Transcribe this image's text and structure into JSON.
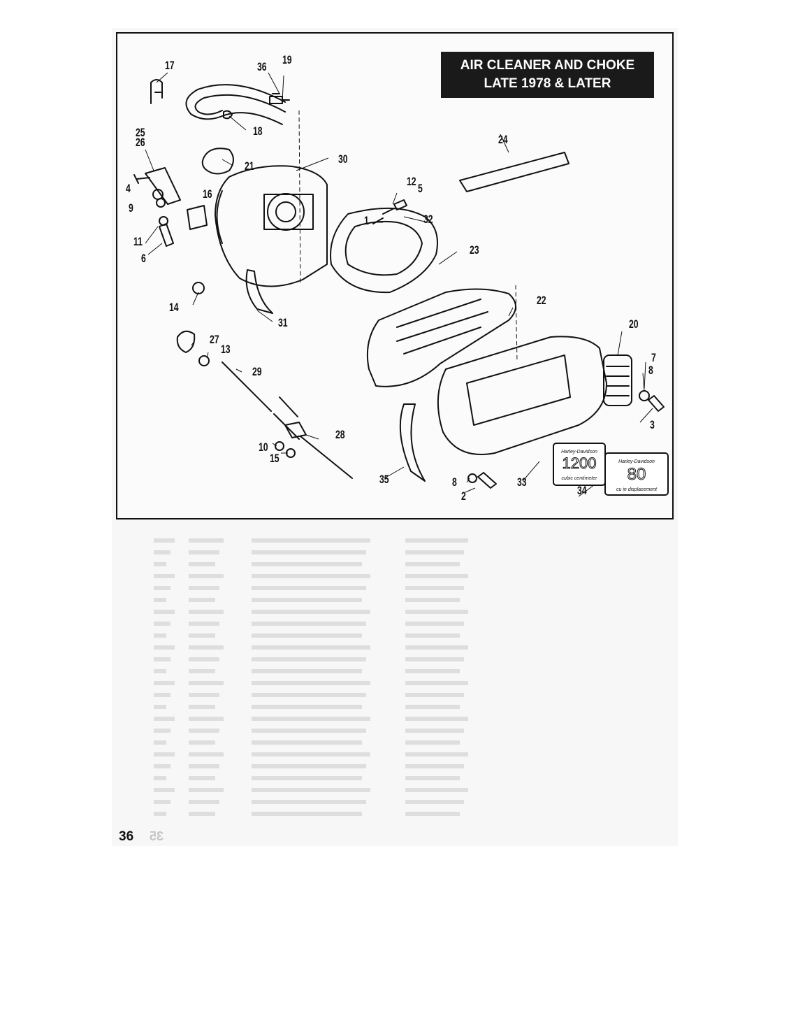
{
  "title": {
    "line1": "AIR CLEANER AND CHOKE",
    "line2": "LATE 1978 & LATER"
  },
  "callouts": [
    "17",
    "36",
    "19",
    "18",
    "25",
    "26",
    "4",
    "9",
    "11",
    "6",
    "16",
    "21",
    "30",
    "12",
    "5",
    "1",
    "24",
    "32",
    "23",
    "22",
    "14",
    "31",
    "27",
    "13",
    "29",
    "20",
    "7",
    "8",
    "3",
    "28",
    "10",
    "15",
    "35",
    "8",
    "33",
    "2",
    "34"
  ],
  "badges": {
    "badge_1200": {
      "brand": "Harley-Davidson",
      "number": "1200",
      "caption": "cubic centimeter"
    },
    "badge_80": {
      "brand": "Harley-Davidson",
      "number": "80",
      "caption": "cu in displacement"
    }
  },
  "page_number": "36",
  "colors": {
    "ink": "#111111",
    "title_bg": "#1a1a1a",
    "paper": "#f7f7f7"
  }
}
